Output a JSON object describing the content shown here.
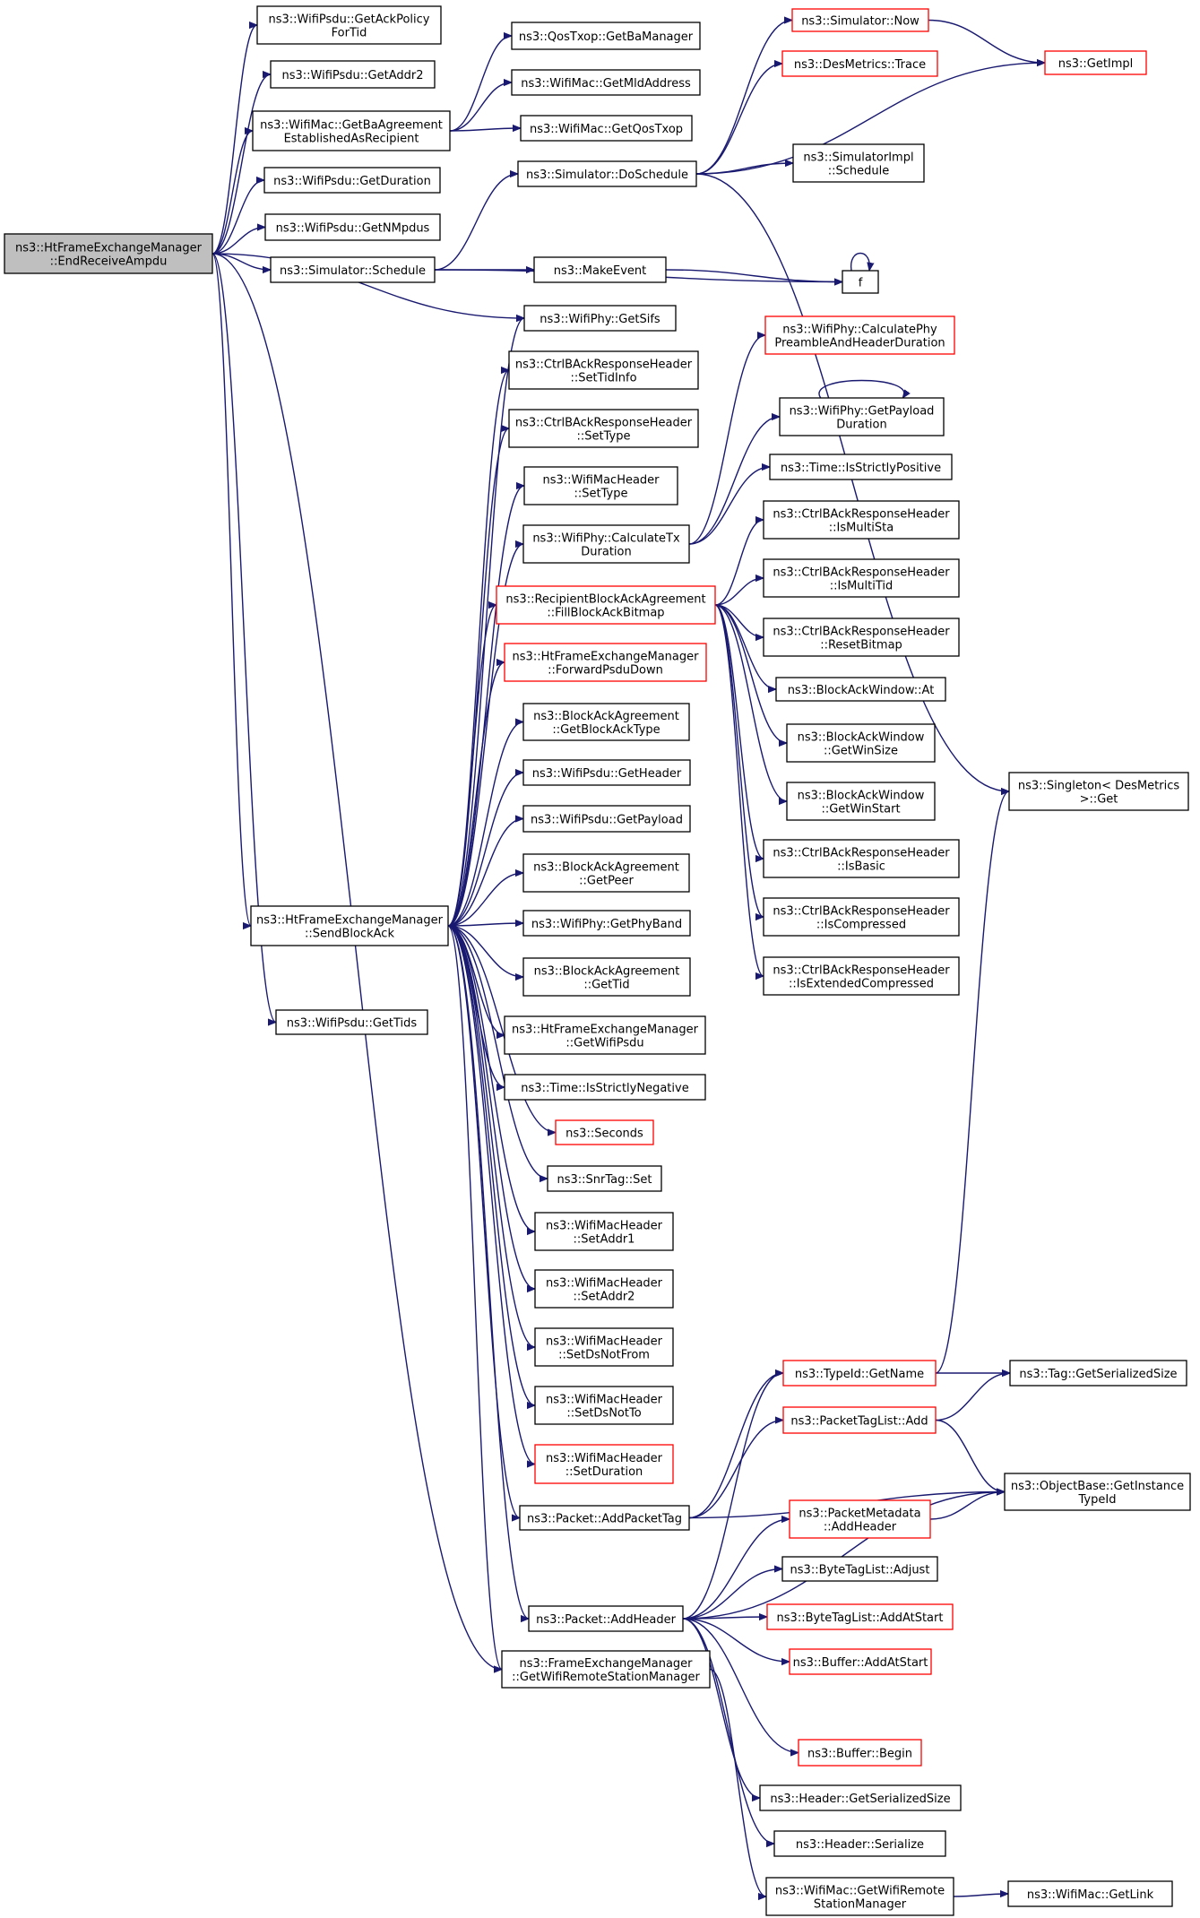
{
  "colors": {
    "edge": "#191970",
    "normal_border": "#000000",
    "red_border": "#ff0000",
    "root_fill": "#bfbfbf"
  },
  "nodes": [
    {
      "id": "root",
      "lines": [
        "ns3::HtFrameExchangeManager",
        "::EndReceiveAmpdu"
      ],
      "style": "grey"
    },
    {
      "id": "getAckPolicy",
      "lines": [
        "ns3::WifiPsdu::GetAckPolicy",
        "ForTid"
      ],
      "style": "normal"
    },
    {
      "id": "getAddr2",
      "lines": [
        "ns3::WifiPsdu::GetAddr2"
      ],
      "style": "normal"
    },
    {
      "id": "getBaAgreement",
      "lines": [
        "ns3::WifiMac::GetBaAgreement",
        "EstablishedAsRecipient"
      ],
      "style": "normal"
    },
    {
      "id": "getDuration",
      "lines": [
        "ns3::WifiPsdu::GetDuration"
      ],
      "style": "normal"
    },
    {
      "id": "getNMpdus",
      "lines": [
        "ns3::WifiPsdu::GetNMpdus"
      ],
      "style": "normal"
    },
    {
      "id": "schedule",
      "lines": [
        "ns3::Simulator::Schedule"
      ],
      "style": "normal"
    },
    {
      "id": "getBaManager",
      "lines": [
        "ns3::QosTxop::GetBaManager"
      ],
      "style": "normal"
    },
    {
      "id": "getMldAddress",
      "lines": [
        "ns3::WifiMac::GetMldAddress"
      ],
      "style": "normal"
    },
    {
      "id": "getQosTxop",
      "lines": [
        "ns3::WifiMac::GetQosTxop"
      ],
      "style": "normal"
    },
    {
      "id": "doSchedule",
      "lines": [
        "ns3::Simulator::DoSchedule"
      ],
      "style": "normal"
    },
    {
      "id": "now",
      "lines": [
        "ns3::Simulator::Now"
      ],
      "style": "red"
    },
    {
      "id": "trace",
      "lines": [
        "ns3::DesMetrics::Trace"
      ],
      "style": "red"
    },
    {
      "id": "getImpl",
      "lines": [
        "ns3::GetImpl"
      ],
      "style": "red"
    },
    {
      "id": "implSchedule",
      "lines": [
        "ns3::SimulatorImpl",
        "::Schedule"
      ],
      "style": "normal"
    },
    {
      "id": "makeEvent",
      "lines": [
        "ns3::MakeEvent"
      ],
      "style": "normal"
    },
    {
      "id": "f",
      "lines": [
        "f"
      ],
      "style": "normal"
    },
    {
      "id": "getSifs",
      "lines": [
        "ns3::WifiPhy::GetSifs"
      ],
      "style": "normal"
    },
    {
      "id": "setTidInfo",
      "lines": [
        "ns3::CtrlBAckResponseHeader",
        "::SetTidInfo"
      ],
      "style": "normal"
    },
    {
      "id": "setType1",
      "lines": [
        "ns3::CtrlBAckResponseHeader",
        "::SetType"
      ],
      "style": "normal"
    },
    {
      "id": "setType2",
      "lines": [
        "ns3::WifiMacHeader",
        "::SetType"
      ],
      "style": "normal"
    },
    {
      "id": "calcTx",
      "lines": [
        "ns3::WifiPhy::CalculateTx",
        "Duration"
      ],
      "style": "normal"
    },
    {
      "id": "fillBitmap",
      "lines": [
        "ns3::RecipientBlockAckAgreement",
        "::FillBlockAckBitmap"
      ],
      "style": "red"
    },
    {
      "id": "forwardPsdu",
      "lines": [
        "ns3::HtFrameExchangeManager",
        "::ForwardPsduDown"
      ],
      "style": "red"
    },
    {
      "id": "getBlockAckType",
      "lines": [
        "ns3::BlockAckAgreement",
        "::GetBlockAckType"
      ],
      "style": "normal"
    },
    {
      "id": "getHeader",
      "lines": [
        "ns3::WifiPsdu::GetHeader"
      ],
      "style": "normal"
    },
    {
      "id": "getPayload",
      "lines": [
        "ns3::WifiPsdu::GetPayload"
      ],
      "style": "normal"
    },
    {
      "id": "getPeer",
      "lines": [
        "ns3::BlockAckAgreement",
        "::GetPeer"
      ],
      "style": "normal"
    },
    {
      "id": "sendBlockAck",
      "lines": [
        "ns3::HtFrameExchangeManager",
        "::SendBlockAck"
      ],
      "style": "normal"
    },
    {
      "id": "getPhyBand",
      "lines": [
        "ns3::WifiPhy::GetPhyBand"
      ],
      "style": "normal"
    },
    {
      "id": "getTid",
      "lines": [
        "ns3::BlockAckAgreement",
        "::GetTid"
      ],
      "style": "normal"
    },
    {
      "id": "getTids",
      "lines": [
        "ns3::WifiPsdu::GetTids"
      ],
      "style": "normal"
    },
    {
      "id": "getWifiPsdu",
      "lines": [
        "ns3::HtFrameExchangeManager",
        "::GetWifiPsdu"
      ],
      "style": "normal"
    },
    {
      "id": "isStrictlyNegative",
      "lines": [
        "ns3::Time::IsStrictlyNegative"
      ],
      "style": "normal"
    },
    {
      "id": "seconds",
      "lines": [
        "ns3::Seconds"
      ],
      "style": "red"
    },
    {
      "id": "snrTagSet",
      "lines": [
        "ns3::SnrTag::Set"
      ],
      "style": "normal"
    },
    {
      "id": "setAddr1",
      "lines": [
        "ns3::WifiMacHeader",
        "::SetAddr1"
      ],
      "style": "normal"
    },
    {
      "id": "setAddr2",
      "lines": [
        "ns3::WifiMacHeader",
        "::SetAddr2"
      ],
      "style": "normal"
    },
    {
      "id": "setDsNotFrom",
      "lines": [
        "ns3::WifiMacHeader",
        "::SetDsNotFrom"
      ],
      "style": "normal"
    },
    {
      "id": "setDsNotTo",
      "lines": [
        "ns3::WifiMacHeader",
        "::SetDsNotTo"
      ],
      "style": "normal"
    },
    {
      "id": "setDuration",
      "lines": [
        "ns3::WifiMacHeader",
        "::SetDuration"
      ],
      "style": "red"
    },
    {
      "id": "addPacketTag",
      "lines": [
        "ns3::Packet::AddPacketTag"
      ],
      "style": "normal"
    },
    {
      "id": "addHeader",
      "lines": [
        "ns3::Packet::AddHeader"
      ],
      "style": "normal"
    },
    {
      "id": "getWrsm",
      "lines": [
        "ns3::FrameExchangeManager",
        "::GetWifiRemoteStationManager"
      ],
      "style": "normal"
    },
    {
      "id": "calcPhyPreamble",
      "lines": [
        "ns3::WifiPhy::CalculatePhy",
        "PreambleAndHeaderDuration"
      ],
      "style": "red"
    },
    {
      "id": "getPayloadDur",
      "lines": [
        "ns3::WifiPhy::GetPayload",
        "Duration"
      ],
      "style": "normal"
    },
    {
      "id": "isStrictlyPositive",
      "lines": [
        "ns3::Time::IsStrictlyPositive"
      ],
      "style": "normal"
    },
    {
      "id": "isMultiSta",
      "lines": [
        "ns3::CtrlBAckResponseHeader",
        "::IsMultiSta"
      ],
      "style": "normal"
    },
    {
      "id": "isMultiTid",
      "lines": [
        "ns3::CtrlBAckResponseHeader",
        "::IsMultiTid"
      ],
      "style": "normal"
    },
    {
      "id": "resetBitmap",
      "lines": [
        "ns3::CtrlBAckResponseHeader",
        "::ResetBitmap"
      ],
      "style": "normal"
    },
    {
      "id": "bawAt",
      "lines": [
        "ns3::BlockAckWindow::At"
      ],
      "style": "normal"
    },
    {
      "id": "getWinSize",
      "lines": [
        "ns3::BlockAckWindow",
        "::GetWinSize"
      ],
      "style": "normal"
    },
    {
      "id": "getWinStart",
      "lines": [
        "ns3::BlockAckWindow",
        "::GetWinStart"
      ],
      "style": "normal"
    },
    {
      "id": "isBasic",
      "lines": [
        "ns3::CtrlBAckResponseHeader",
        "::IsBasic"
      ],
      "style": "normal"
    },
    {
      "id": "isCompressed",
      "lines": [
        "ns3::CtrlBAckResponseHeader",
        "::IsCompressed"
      ],
      "style": "normal"
    },
    {
      "id": "isExtCompressed",
      "lines": [
        "ns3::CtrlBAckResponseHeader",
        "::IsExtendedCompressed"
      ],
      "style": "normal"
    },
    {
      "id": "singletonGet",
      "lines": [
        "ns3::Singleton< DesMetrics",
        " >::Get"
      ],
      "style": "normal"
    },
    {
      "id": "typeIdGetName",
      "lines": [
        "ns3::TypeId::GetName"
      ],
      "style": "red"
    },
    {
      "id": "tagGetSerSize",
      "lines": [
        "ns3::Tag::GetSerializedSize"
      ],
      "style": "normal"
    },
    {
      "id": "packetTagListAdd",
      "lines": [
        "ns3::PacketTagList::Add"
      ],
      "style": "red"
    },
    {
      "id": "getInstanceTypeId",
      "lines": [
        "ns3::ObjectBase::GetInstance",
        "TypeId"
      ],
      "style": "normal"
    },
    {
      "id": "pmAddHeader",
      "lines": [
        "ns3::PacketMetadata",
        "::AddHeader"
      ],
      "style": "red"
    },
    {
      "id": "btlAdjust",
      "lines": [
        "ns3::ByteTagList::Adjust"
      ],
      "style": "normal"
    },
    {
      "id": "btlAddAtStart",
      "lines": [
        "ns3::ByteTagList::AddAtStart"
      ],
      "style": "red"
    },
    {
      "id": "bufAddAtStart",
      "lines": [
        "ns3::Buffer::AddAtStart"
      ],
      "style": "red"
    },
    {
      "id": "bufBegin",
      "lines": [
        "ns3::Buffer::Begin"
      ],
      "style": "red"
    },
    {
      "id": "hdrGetSerSize",
      "lines": [
        "ns3::Header::GetSerializedSize"
      ],
      "style": "normal"
    },
    {
      "id": "hdrSerialize",
      "lines": [
        "ns3::Header::Serialize"
      ],
      "style": "normal"
    },
    {
      "id": "macGetWrsm",
      "lines": [
        "ns3::WifiMac::GetWifiRemote",
        "StationManager"
      ],
      "style": "normal"
    },
    {
      "id": "getLink",
      "lines": [
        "ns3::WifiMac::GetLink"
      ],
      "style": "normal"
    }
  ],
  "edges": [
    [
      "root",
      "getAckPolicy"
    ],
    [
      "root",
      "getAddr2"
    ],
    [
      "root",
      "getBaAgreement"
    ],
    [
      "root",
      "getDuration"
    ],
    [
      "root",
      "getNMpdus"
    ],
    [
      "root",
      "schedule"
    ],
    [
      "root",
      "getSifs"
    ],
    [
      "root",
      "sendBlockAck"
    ],
    [
      "root",
      "getTids"
    ],
    [
      "root",
      "getWrsm"
    ],
    [
      "getBaAgreement",
      "getBaManager"
    ],
    [
      "getBaAgreement",
      "getMldAddress"
    ],
    [
      "getBaAgreement",
      "getQosTxop"
    ],
    [
      "schedule",
      "doSchedule"
    ],
    [
      "schedule",
      "makeEvent"
    ],
    [
      "schedule",
      "f"
    ],
    [
      "doSchedule",
      "now"
    ],
    [
      "doSchedule",
      "trace"
    ],
    [
      "doSchedule",
      "getImpl"
    ],
    [
      "doSchedule",
      "implSchedule"
    ],
    [
      "doSchedule",
      "singletonGet"
    ],
    [
      "now",
      "getImpl"
    ],
    [
      "makeEvent",
      "f"
    ],
    [
      "f",
      "f"
    ],
    [
      "sendBlockAck",
      "getSifs"
    ],
    [
      "sendBlockAck",
      "setTidInfo"
    ],
    [
      "sendBlockAck",
      "setType1"
    ],
    [
      "sendBlockAck",
      "setType2"
    ],
    [
      "sendBlockAck",
      "calcTx"
    ],
    [
      "sendBlockAck",
      "fillBitmap"
    ],
    [
      "sendBlockAck",
      "forwardPsdu"
    ],
    [
      "sendBlockAck",
      "getBlockAckType"
    ],
    [
      "sendBlockAck",
      "getHeader"
    ],
    [
      "sendBlockAck",
      "getPayload"
    ],
    [
      "sendBlockAck",
      "getPeer"
    ],
    [
      "sendBlockAck",
      "getPhyBand"
    ],
    [
      "sendBlockAck",
      "getTid"
    ],
    [
      "sendBlockAck",
      "getWifiPsdu"
    ],
    [
      "sendBlockAck",
      "isStrictlyNegative"
    ],
    [
      "sendBlockAck",
      "seconds"
    ],
    [
      "sendBlockAck",
      "snrTagSet"
    ],
    [
      "sendBlockAck",
      "setAddr1"
    ],
    [
      "sendBlockAck",
      "setAddr2"
    ],
    [
      "sendBlockAck",
      "setDsNotFrom"
    ],
    [
      "sendBlockAck",
      "setDsNotTo"
    ],
    [
      "sendBlockAck",
      "setDuration"
    ],
    [
      "sendBlockAck",
      "addPacketTag"
    ],
    [
      "sendBlockAck",
      "addHeader"
    ],
    [
      "sendBlockAck",
      "getWrsm"
    ],
    [
      "calcTx",
      "calcPhyPreamble"
    ],
    [
      "calcTx",
      "getPayloadDur"
    ],
    [
      "calcTx",
      "isStrictlyPositive"
    ],
    [
      "getPayloadDur",
      "getPayloadDur"
    ],
    [
      "fillBitmap",
      "isMultiSta"
    ],
    [
      "fillBitmap",
      "isMultiTid"
    ],
    [
      "fillBitmap",
      "resetBitmap"
    ],
    [
      "fillBitmap",
      "bawAt"
    ],
    [
      "fillBitmap",
      "getWinSize"
    ],
    [
      "fillBitmap",
      "getWinStart"
    ],
    [
      "fillBitmap",
      "isBasic"
    ],
    [
      "fillBitmap",
      "isCompressed"
    ],
    [
      "fillBitmap",
      "isExtCompressed"
    ],
    [
      "addPacketTag",
      "typeIdGetName"
    ],
    [
      "addPacketTag",
      "packetTagListAdd"
    ],
    [
      "addPacketTag",
      "getInstanceTypeId"
    ],
    [
      "typeIdGetName",
      "singletonGet"
    ],
    [
      "typeIdGetName",
      "tagGetSerSize"
    ],
    [
      "packetTagListAdd",
      "tagGetSerSize"
    ],
    [
      "packetTagListAdd",
      "getInstanceTypeId"
    ],
    [
      "pmAddHeader",
      "getInstanceTypeId"
    ],
    [
      "addHeader",
      "typeIdGetName"
    ],
    [
      "addHeader",
      "pmAddHeader"
    ],
    [
      "addHeader",
      "btlAdjust"
    ],
    [
      "addHeader",
      "btlAddAtStart"
    ],
    [
      "addHeader",
      "bufAddAtStart"
    ],
    [
      "addHeader",
      "getInstanceTypeId"
    ],
    [
      "addHeader",
      "bufBegin"
    ],
    [
      "addHeader",
      "hdrGetSerSize"
    ],
    [
      "addHeader",
      "hdrSerialize"
    ],
    [
      "getWrsm",
      "macGetWrsm"
    ],
    [
      "macGetWrsm",
      "getLink"
    ]
  ]
}
